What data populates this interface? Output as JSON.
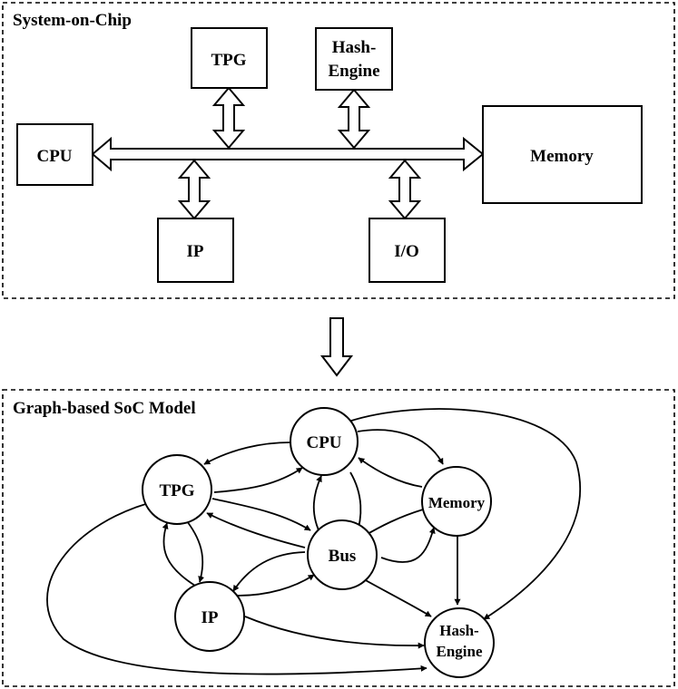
{
  "top_panel": {
    "title": "System-on-Chip",
    "blocks": {
      "tpg": "TPG",
      "hash_line1": "Hash-",
      "hash_line2": "Engine",
      "cpu": "CPU",
      "memory": "Memory",
      "ip": "IP",
      "io": "I/O"
    }
  },
  "bottom_panel": {
    "title": "Graph-based SoC Model",
    "nodes": {
      "cpu": "CPU",
      "tpg": "TPG",
      "memory": "Memory",
      "bus": "Bus",
      "ip": "IP",
      "hash_line1": "Hash-",
      "hash_line2": "Engine"
    }
  }
}
